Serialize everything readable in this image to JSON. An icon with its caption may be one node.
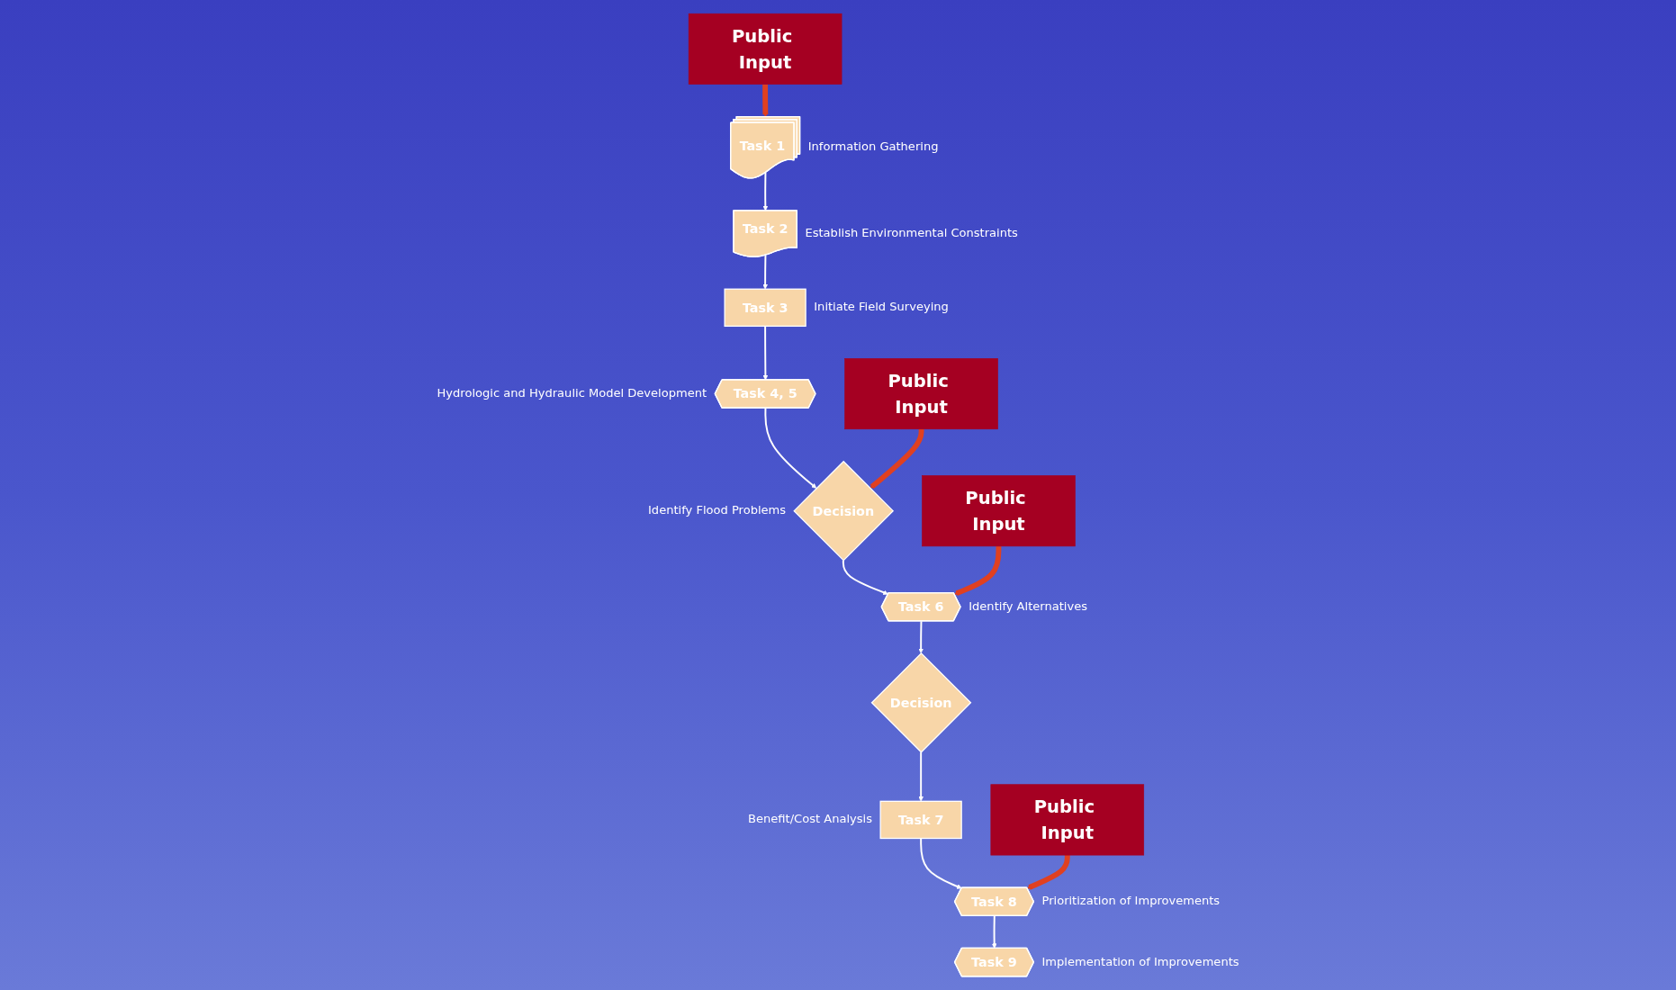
{
  "diagram": {
    "nodes": [
      {
        "text": [
          "Public Input"
        ]
      },
      {
        "text": [
          "Task 1"
        ],
        "beside": [
          "Information Gathering"
        ]
      },
      {
        "text": [
          "Task 2"
        ],
        "beside": [
          "Establish Environmental Constraints"
        ]
      },
      {
        "text": [
          "Task 3"
        ],
        "beside": [
          "Initiate Field Surveying"
        ]
      },
      {
        "text": [
          "Task 4, 5"
        ],
        "beside": [
          "Hydrologic and Hydraulic Model Development"
        ]
      },
      {
        "text": [
          "Public Input"
        ]
      },
      {
        "text": [
          "Decision"
        ],
        "beside": [
          "Identify Flood Problems"
        ]
      },
      {
        "text": [
          "Public Input"
        ]
      },
      {
        "text": [
          "Task 6"
        ],
        "beside": [
          "Identify Alternatives"
        ]
      },
      {
        "text": [
          "Decision"
        ]
      },
      {
        "text": [
          "Task 7"
        ],
        "beside": [
          "Benefit/Cost Analysis"
        ]
      },
      {
        "text": [
          "Public Input"
        ]
      },
      {
        "text": [
          "Task 8"
        ],
        "beside": [
          "Prioritization of Improvements"
        ]
      },
      {
        "text": [
          "Task 9"
        ],
        "beside": [
          "Implementation of Improvements"
        ]
      }
    ],
    "edges": [
      {
        "from": 0,
        "to": 1,
        "arrow": "to",
        "style": "thick",
        "color": "#e04020"
      },
      {
        "from": 1,
        "to": 2,
        "arrow": "to"
      },
      {
        "from": 2,
        "to": 3,
        "arrow": "to"
      },
      {
        "from": 3,
        "to": 4,
        "arrow": "to"
      },
      {
        "from": 4,
        "to": 6,
        "arrow": "to"
      },
      {
        "from": 5,
        "to": 6,
        "arrow": "to",
        "style": "thick",
        "color": "#e04020"
      },
      {
        "from": 6,
        "to": 8,
        "arrow": "to"
      },
      {
        "from": 7,
        "to": 8,
        "arrow": "to",
        "style": "thick",
        "color": "#e04020"
      },
      {
        "from": 8,
        "to": 9,
        "arrow": "to"
      },
      {
        "from": 9,
        "to": 10,
        "arrow": "to"
      },
      {
        "from": 10,
        "to": 12,
        "arrow": "to"
      },
      {
        "from": 11,
        "to": 12,
        "arrow": "to",
        "style": "thick",
        "color": "#e04020"
      },
      {
        "from": 12,
        "to": 13,
        "arrow": "to"
      }
    ]
  }
}
